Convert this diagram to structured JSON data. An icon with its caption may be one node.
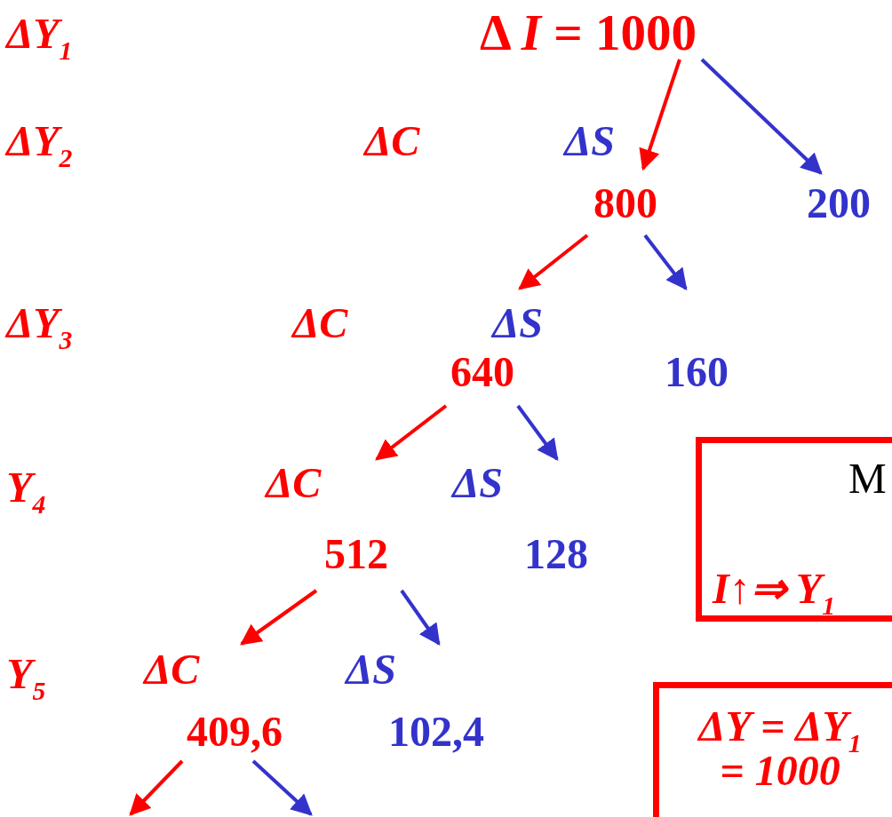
{
  "diagram": {
    "nodes": [
      {
        "text": [
          "Δ *I* = 1000"
        ]
      },
      {
        "text": [
          "800"
        ]
      },
      {
        "text": [
          "200"
        ]
      },
      {
        "text": [
          "640"
        ]
      },
      {
        "text": [
          "160"
        ]
      },
      {
        "text": [
          "512"
        ]
      },
      {
        "text": [
          "128"
        ]
      },
      {
        "text": [
          "409,6"
        ]
      },
      {
        "text": [
          "102,4"
        ]
      },
      {
        "text": [
          "M",
          "*I*↑⇒ *Y*$_{1}$"
        ]
      },
      {
        "text": [
          "ΔY = ΔY$_{1}$ = 1000"
        ]
      }
    ],
    "edges": [
      {
        "from": 0,
        "to": 1,
        "arrow": "to",
        "color": "#ff0000"
      },
      {
        "from": 0,
        "to": 2,
        "arrow": "to",
        "color": "#3333cc"
      },
      {
        "from": 1,
        "to": 3,
        "arrow": "to",
        "color": "#ff0000"
      },
      {
        "from": 1,
        "to": 4,
        "arrow": "to",
        "color": "#3333cc"
      },
      {
        "from": 3,
        "to": 5,
        "arrow": "to",
        "color": "#ff0000"
      },
      {
        "from": 3,
        "to": 6,
        "arrow": "to",
        "color": "#3333cc"
      },
      {
        "from": 5,
        "to": 7,
        "arrow": "to",
        "color": "#ff0000"
      },
      {
        "from": 5,
        "to": 8,
        "arrow": "to",
        "color": "#3333cc"
      },
      {
        "from": 7,
        "to": null,
        "arrow": "to",
        "color": "#ff0000"
      },
      {
        "from": 7,
        "to": null,
        "arrow": "to",
        "color": "#3333cc"
      }
    ],
    "labels": [
      "ΔY$_{1}$",
      "ΔY$_{2}$",
      "ΔC",
      "ΔS",
      "ΔY$_{3}$",
      "ΔC",
      "ΔS",
      "Y$_{4}$",
      "ΔC",
      "ΔS",
      "Y$_{5}$",
      "ΔC",
      "ΔS"
    ]
  }
}
